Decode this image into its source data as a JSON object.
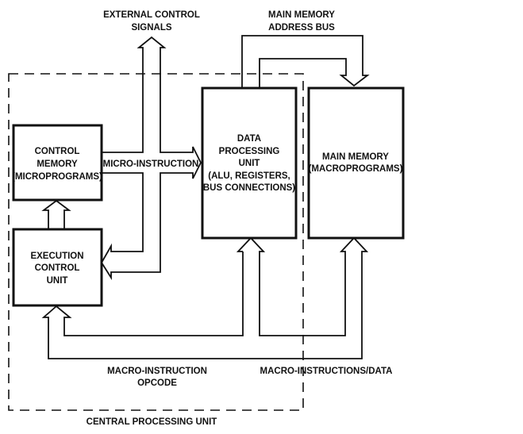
{
  "labels": {
    "external_control": [
      "EXTERNAL CONTROL",
      "SIGNALS"
    ],
    "address_bus": [
      "MAIN MEMORY",
      "ADDRESS BUS"
    ],
    "control_memory": [
      "CONTROL",
      "MEMORY",
      "(MICROPROGRAMS)"
    ],
    "micro_instruction": "MICRO-INSTRUCTION",
    "data_processing_unit": [
      "DATA",
      "PROCESSING",
      "UNIT",
      "(ALU, REGISTERS,",
      "BUS CONNECTIONS)"
    ],
    "main_memory": [
      "MAIN MEMORY",
      "(MACROPROGRAMS)"
    ],
    "execution_control_unit": [
      "EXECUTION",
      "CONTROL",
      "UNIT"
    ],
    "macro_instruction_opcode": [
      "MACRO-INSTRUCTION",
      "OPCODE"
    ],
    "macro_instructions_data": "MACRO-INSTRUCTIONS/DATA",
    "cpu": "CENTRAL PROCESSING UNIT"
  }
}
